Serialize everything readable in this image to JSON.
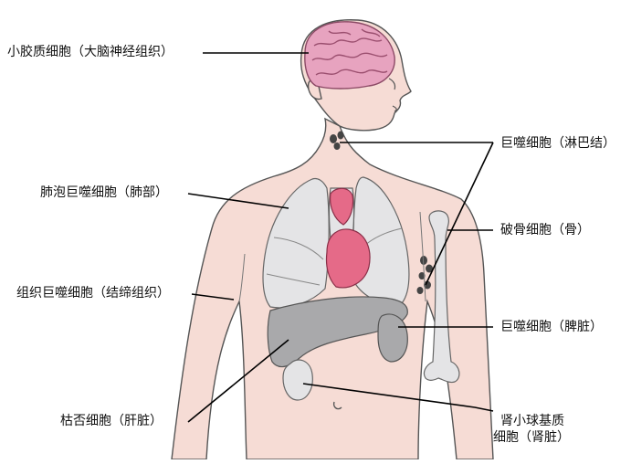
{
  "colors": {
    "skin": "#f6dcd5",
    "skin_outline": "#555555",
    "brain": "#e7a3bf",
    "lung": "#e4e4e6",
    "heart": "#e56a88",
    "liver": "#a9a9ab",
    "leader_line": "#000000"
  },
  "labels": {
    "microglia": "小胶质细胞（大脑神经组织）",
    "alveolar": "肺泡巨噬细胞（肺部）",
    "histiocyte": "组织巨噬细胞（结缔组织）",
    "kupffer": "枯否细胞（肝脏）",
    "lymph": "巨噬细胞（淋巴结）",
    "osteoclast": "破骨细胞（骨）",
    "spleen": "巨噬细胞（脾脏）",
    "mesangial_line1": "肾小球基质",
    "mesangial_line2": "细胞（肾脏）"
  }
}
